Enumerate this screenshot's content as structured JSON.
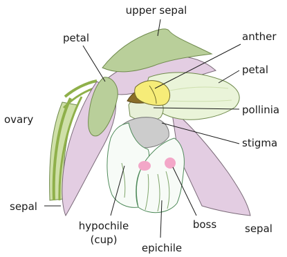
{
  "labels": {
    "upper_sepal": "upper sepal",
    "petal_left": "petal",
    "anther": "anther",
    "petal_right": "petal",
    "ovary": "ovary",
    "pollinia": "pollinia",
    "stigma": "stigma",
    "sepal_left": "sepal",
    "hypochile": "hypochile",
    "hypochile_note": "(cup)",
    "boss": "boss",
    "sepal_right": "sepal",
    "epichile": "epichile"
  },
  "colors": {
    "sepal_green": "#b9cf9a",
    "sepal_green_dark": "#6f8a4c",
    "sepal_pink": "#e3cde2",
    "sepal_pink_edge": "#7a6a78",
    "petal_light": "#eaf4d9",
    "petal_mid": "#cfe0b0",
    "ovary_stripe": "#8fb04a",
    "anther_yellow": "#f6ec78",
    "anther_brown": "#8a6d28",
    "stigma_grey": "#cccccc",
    "lip_white": "#f7fbf7",
    "lip_green": "#7fa56a",
    "boss_pink": "#f3a7c8"
  }
}
